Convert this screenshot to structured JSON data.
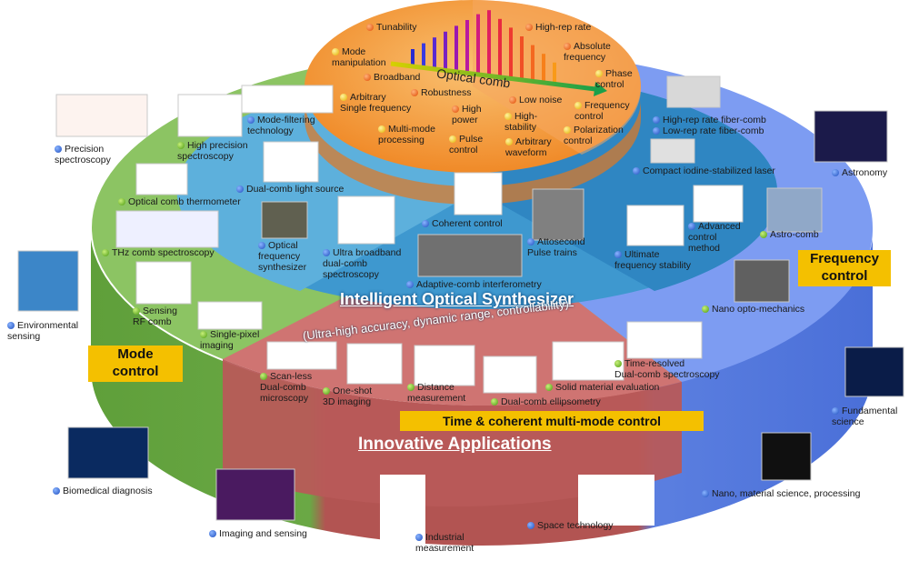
{
  "titles": {
    "optical_comb": "Optical comb",
    "synthesizer": "Intelligent Optical Synthesizer",
    "synthesizer_sub": "(Ultra-high accuracy, dynamic range, controllability)",
    "innovative_apps": "Innovative Applications",
    "mode_control": "Mode\ncontrol",
    "frequency_control": "Frequency\ncontrol",
    "time_control": "Time & coherent multi-mode control"
  },
  "top_disc_labels": {
    "tunability": "Tunability",
    "high_rep_rate": "High-rep rate",
    "absolute_frequency": "Absolute\nfrequency",
    "mode_manipulation": "Mode\nmanipulation",
    "broadband": "Broadband",
    "phase_control": "Phase\ncontrol",
    "robustness": "Robustness",
    "arbitrary_single_frequency": "Arbitrary\nSingle frequency",
    "low_noise": "Low noise",
    "high_power": "High\npower",
    "high_stability": "High-\nstability",
    "frequency_control": "Frequency\ncontrol",
    "multi_mode_processing": "Multi-mode\nprocessing",
    "pulse_control": "Pulse\ncontrol",
    "arbitrary_waveform": "Arbitrary\nwaveform",
    "polarization_control": "Polarization\ncontrol"
  },
  "middle_labels": {
    "mode_filtering": "Mode-filtering\ntechnology",
    "high_precision_spec": "High precision\nspectroscopy",
    "dual_comb_light": "Dual-comb light source",
    "optical_freq_synth": "Optical\nfrequency\nsynthesizer",
    "ultra_broadband": "Ultra broadband\ndual-comb\nspectroscopy",
    "coherent_control": "Coherent control",
    "attosecond": "Attosecond\nPulse trains",
    "adaptive_comb": "Adaptive-comb interferometry",
    "ultimate_freq_stability": "Ultimate\nfrequency stability",
    "advanced_control": "Advanced\ncontrol\nmethod",
    "high_rep_fiber": "High-rep rate fiber-comb",
    "low_rep_fiber": "Low-rep rate fiber-comb",
    "compact_iodine": "Compact iodine-stabilized  laser"
  },
  "lower_labels": {
    "optical_comb_thermometer": "Optical comb thermometer",
    "thz_comb": "THz comb spectroscopy",
    "sensing_rf": "Sensing\nRF comb",
    "single_pixel": "Single-pixel\nimaging",
    "scanless": "Scan-less\nDual-comb\nmicroscopy",
    "one_shot_3d": "One-shot\n3D imaging",
    "distance": "Distance\nmeasurement",
    "dual_comb_ellips": "Dual-comb ellipsometry",
    "solid_material": "Solid material evaluation",
    "time_resolved": "Time-resolved\nDual-comb spectroscopy",
    "astro_comb": "Astro-comb",
    "nano_opto": "Nano opto-mechanics"
  },
  "outer_labels": {
    "precision_spec": "Precision\nspectroscopy",
    "astronomy": "Astronomy",
    "environmental": "Environmental\nsensing",
    "fundamental": "Fundamental\nscience",
    "biomedical": "Biomedical diagnosis",
    "imaging_sensing": "Imaging and sensing",
    "industrial": "Industrial\nmeasurement",
    "space": "Space technology",
    "nano_material": "Nano, material science, processing"
  },
  "colors": {
    "green_ring": "#7dbb54",
    "blue_ring": "#6c8ff0",
    "red_band": "#c4615f",
    "middle_teal": "#3d9ad0",
    "top_orange": "#f39a3c",
    "label_yellow": "#f4c000"
  },
  "comb_line_colors": [
    "#2a2ad0",
    "#3a3ae0",
    "#5a2ad0",
    "#7a20c0",
    "#9a18b0",
    "#b81aa0",
    "#d01c80",
    "#e02060",
    "#e82a40",
    "#ee3a30",
    "#f05025",
    "#f46820",
    "#f7801a",
    "#f99a18"
  ]
}
